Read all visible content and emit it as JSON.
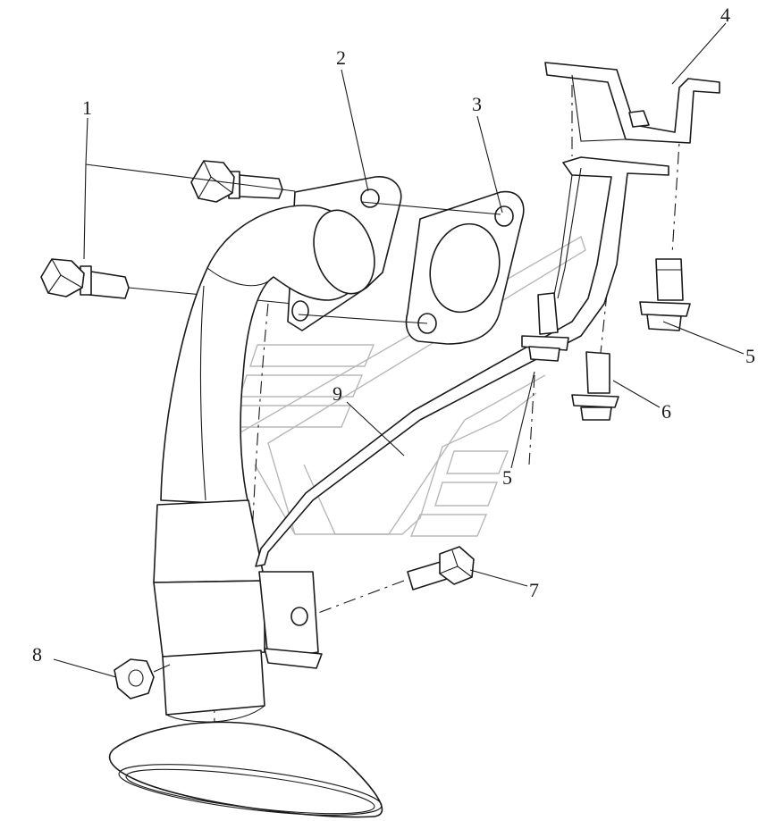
{
  "callouts": {
    "c1": "1",
    "c2": "2",
    "c3": "3",
    "c4": "4",
    "c5a": "5",
    "c5b": "5",
    "c6": "6",
    "c7": "7",
    "c8": "8",
    "c9": "9"
  }
}
